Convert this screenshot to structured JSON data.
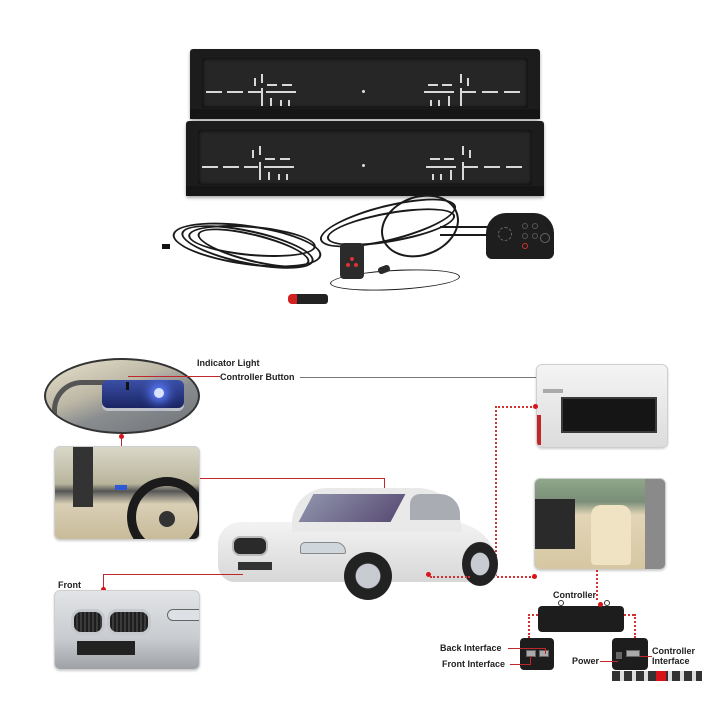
{
  "product": {
    "items": [
      "license-plate-frame-top",
      "license-plate-frame-bottom",
      "cable-bundle-left",
      "cable-bundle-center",
      "remote-control",
      "controller-box",
      "cigarette-lighter-plug"
    ]
  },
  "diagram": {
    "labels": {
      "indicator_light": "Indicator Light",
      "controller_button": "Controller Button",
      "front": "Front",
      "controller": "Controller",
      "back_interface": "Back Interface",
      "front_interface": "Front Interface",
      "power": "Power",
      "controller_interface_line1": "Controller",
      "controller_interface_line2": "Interface"
    },
    "photos": [
      "indicator-closeup",
      "dashboard-interior",
      "rear-plate-closeup",
      "front-seat-interior",
      "front-bumper-closeup",
      "white-sedan"
    ],
    "colors": {
      "connector_red": "#c0262a",
      "indicator_blue": "#3a66ff"
    }
  }
}
